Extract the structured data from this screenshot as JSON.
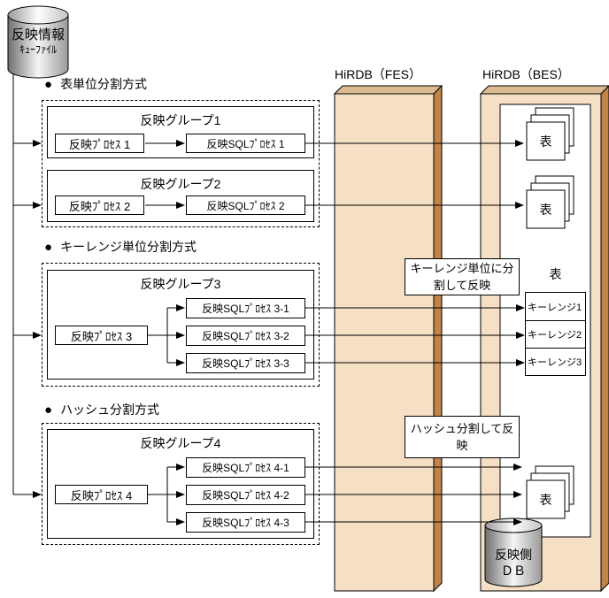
{
  "queue_file": {
    "line1": "反映情報",
    "line2": "ｷｭｰﾌｧｲﾙ"
  },
  "servers": {
    "fes": "HiRDB（FES）",
    "bes": "HiRDB（BES）"
  },
  "sections": [
    {
      "bullet": "●",
      "title": "表単位分割方式",
      "groups": [
        {
          "name": "反映グループ1",
          "process": "反映ﾌﾟﾛｾｽ 1",
          "sql": [
            "反映SQLﾌﾟﾛｾｽ 1"
          ]
        },
        {
          "name": "反映グループ2",
          "process": "反映ﾌﾟﾛｾｽ 2",
          "sql": [
            "反映SQLﾌﾟﾛｾｽ 2"
          ]
        }
      ]
    },
    {
      "bullet": "●",
      "title": "キーレンジ単位分割方式",
      "groups": [
        {
          "name": "反映グループ3",
          "process": "反映ﾌﾟﾛｾｽ 3",
          "sql": [
            "反映SQLﾌﾟﾛｾｽ 3-1",
            "反映SQLﾌﾟﾛｾｽ 3-2",
            "反映SQLﾌﾟﾛｾｽ 3-3"
          ]
        }
      ]
    },
    {
      "bullet": "●",
      "title": "ハッシュ分割方式",
      "groups": [
        {
          "name": "反映グループ4",
          "process": "反映ﾌﾟﾛｾｽ 4",
          "sql": [
            "反映SQLﾌﾟﾛｾｽ 4-1",
            "反映SQLﾌﾟﾛｾｽ 4-2",
            "反映SQLﾌﾟﾛｾｽ 4-3"
          ]
        }
      ]
    }
  ],
  "bes": {
    "stacks": [
      "表",
      "表",
      "表"
    ],
    "keyrange": {
      "label": "表",
      "rows": [
        "キーレンジ1",
        "キーレンジ2",
        "キーレンジ3"
      ]
    },
    "db": {
      "line1": "反映側",
      "line2": "ＤＢ"
    }
  },
  "annotations": {
    "keyrange": {
      "line1": "キーレンジ単位に分",
      "line2": "割して反映"
    },
    "hash": {
      "line1": "ハッシュ分割して反",
      "line2": "映"
    }
  },
  "colors": {
    "panel_front": "#F5DFC5",
    "panel_top": "#DEBB92",
    "panel_side": "#C08449",
    "line": "#000000"
  }
}
